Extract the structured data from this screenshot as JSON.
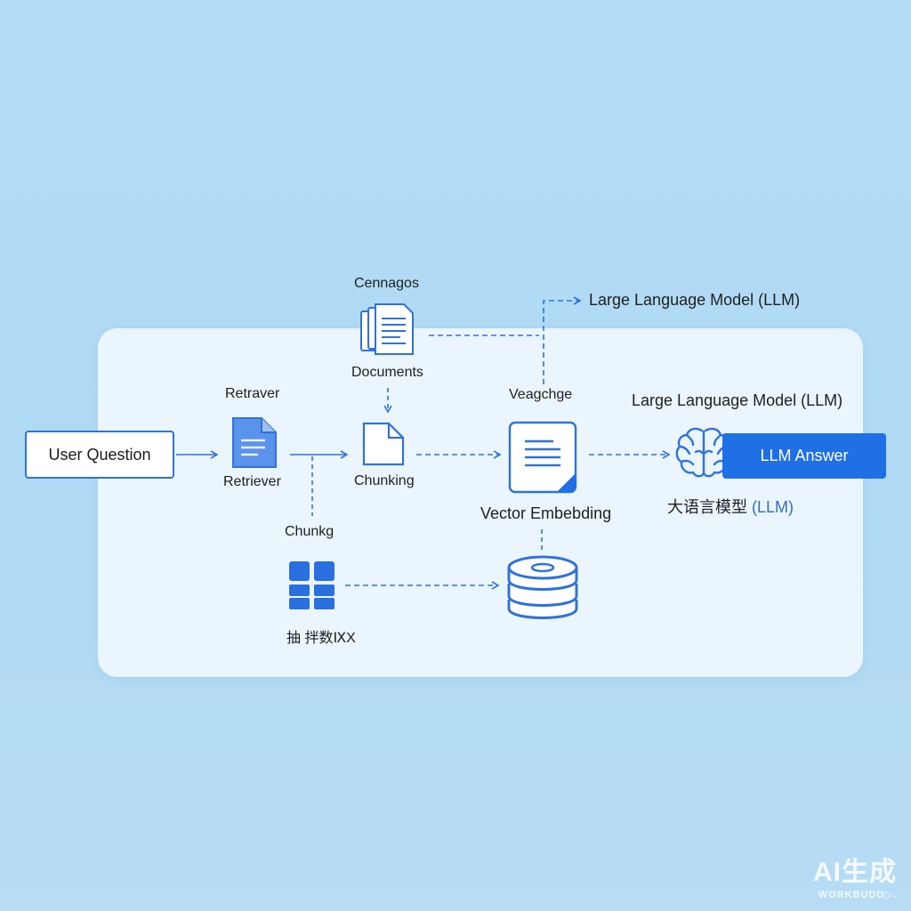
{
  "colors": {
    "background": "#b4dcf7",
    "panel": "#f0f7fd",
    "accent": "#1f6fe5",
    "line": "#2f72dc",
    "icon_fill": "#ffffff"
  },
  "nodes": {
    "user_question": "User Question",
    "retriever_top": "Retraver",
    "retriever_bottom": "Retriever",
    "cennagos": "Cennagos",
    "documents": "Documents",
    "chunking": "Chunking",
    "chunkg": "Chunkg",
    "chunk_cn": "抽 拌数ⅨX",
    "vector_top": "Veagchge",
    "vector_embedding": "Vector Embebding",
    "llm_top": "Large Language Model (LLM)",
    "llm_mid": "Large Language Model (LLM)",
    "llm_answer": "LLM Answer",
    "llm_cn_main": "大语言模型",
    "llm_cn_suffix": "(LLM)"
  },
  "icons": {
    "retriever": "document-icon",
    "documents": "documents-stack-icon",
    "chunking": "document-icon",
    "chunk_grid": "grid-icon",
    "vector": "vector-document-icon",
    "database": "database-icon",
    "llm": "brain-icon"
  },
  "watermark": {
    "line1": "AI生成",
    "line2": "WORKBUDD▷."
  }
}
